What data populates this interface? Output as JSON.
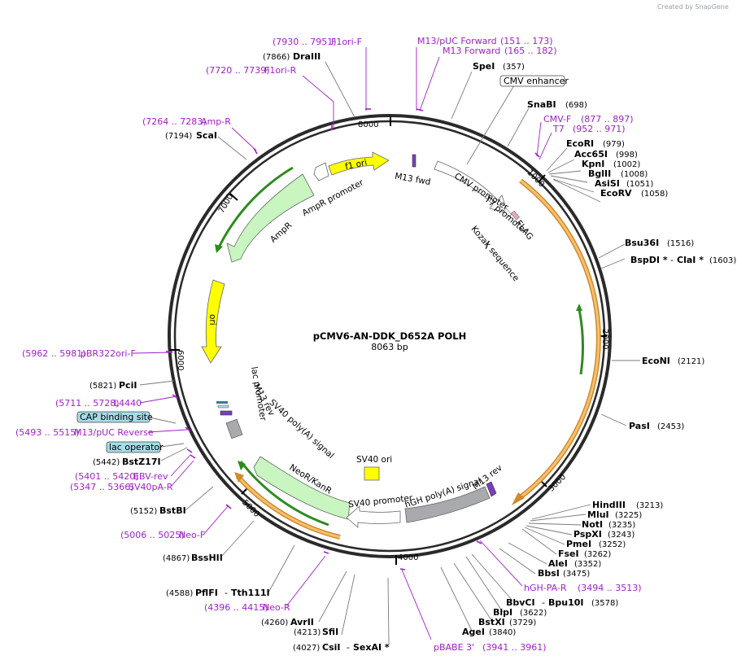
{
  "watermark": "Created by SnapGene",
  "plasmid": {
    "name": "pCMV6-AN-DDK_D652A POLH",
    "size": "8063 bp"
  },
  "ticks": [
    "1000",
    "2000",
    "3000",
    "4000",
    "5000",
    "6000",
    "7000",
    "8000"
  ],
  "enzymes": {
    "draIII": {
      "name": "DraIII",
      "pos": "(7866)"
    },
    "speI": {
      "name": "SpeI",
      "pos": "(357)"
    },
    "snaBI": {
      "name": "SnaBI",
      "pos": "(698)"
    },
    "ecoRI": {
      "name": "EcoRI",
      "pos": "(979)"
    },
    "acc65I": {
      "name": "Acc65I",
      "pos": "(998)"
    },
    "kpnI": {
      "name": "KpnI",
      "pos": "(1002)"
    },
    "bglII": {
      "name": "BglII",
      "pos": "(1008)"
    },
    "asiSI": {
      "name": "AsiSI",
      "pos": "(1051)"
    },
    "ecoRV": {
      "name": "EcoRV",
      "pos": "(1058)"
    },
    "bsu36I": {
      "name": "Bsu36I",
      "pos": "(1516)"
    },
    "bspDI": {
      "name": "BspDI *",
      "sep": "- ",
      "alt": "ClaI *",
      "pos": "(1603)"
    },
    "ecoNI": {
      "name": "EcoNI",
      "pos": "(2121)"
    },
    "pasI": {
      "name": "PasI",
      "pos": "(2453)"
    },
    "hindIII": {
      "name": "HindIII",
      "pos": "(3213)"
    },
    "mluI": {
      "name": "MluI",
      "pos": "(3225)"
    },
    "notI": {
      "name": "NotI",
      "pos": "(3235)"
    },
    "pspXI": {
      "name": "PspXI",
      "pos": "(3243)"
    },
    "pmeI": {
      "name": "PmeI",
      "pos": "(3252)"
    },
    "fseI": {
      "name": "FseI",
      "pos": "(3262)"
    },
    "aleI": {
      "name": "AleI",
      "pos": "(3352)"
    },
    "bbsI": {
      "name": "BbsI",
      "pos": "(3475)"
    },
    "bbvCI": {
      "name": "BbvCI",
      "sep": "- ",
      "alt": "Bpu10I",
      "pos": "(3578)"
    },
    "blpI": {
      "name": "BlpI",
      "pos": "(3622)"
    },
    "bstXI": {
      "name": "BstXI",
      "pos": "(3729)"
    },
    "ageI": {
      "name": "AgeI",
      "pos": "(3840)"
    },
    "csiI": {
      "name": "CsiI",
      "sep": "- ",
      "alt": "SexAI *",
      "pos": "(4027)"
    },
    "sfiI": {
      "name": "SfiI",
      "pos": "(4213)"
    },
    "avrII": {
      "name": "AvrII",
      "pos": "(4260)"
    },
    "pflFI": {
      "name": "PflFI",
      "sep": "- ",
      "alt": "Tth111I",
      "pos": "(4588)"
    },
    "bssHII": {
      "name": "BssHII",
      "pos": "(4867)"
    },
    "bstBI": {
      "name": "BstBI",
      "pos": "(5152)"
    },
    "bstZ17I": {
      "name": "BstZ17I",
      "pos": "(5442)"
    },
    "pciI": {
      "name": "PciI",
      "pos": "(5821)"
    },
    "scaI": {
      "name": "ScaI",
      "pos": "(7194)"
    }
  },
  "primers": {
    "f1oriF": {
      "name": "F1ori-F",
      "range": "(7930 .. 7951)"
    },
    "f1oriR": {
      "name": "F1ori-R",
      "range": "(7720 .. 7739)"
    },
    "m13pucF": {
      "name": "M13/pUC Forward",
      "range": "(151 .. 173)"
    },
    "m13F": {
      "name": "M13 Forward",
      "range": "(165 .. 182)"
    },
    "cmvF": {
      "name": "CMV-F",
      "range": "(877 .. 897)"
    },
    "t7": {
      "name": "T7",
      "range": "(952 .. 971)"
    },
    "ampR": {
      "name": "Amp-R",
      "range": "(7264 .. 7283)"
    },
    "pbr322": {
      "name": "pBR322ori-F",
      "range": "(5962 .. 5981)"
    },
    "l4440": {
      "name": "L4440",
      "range": "(5711 .. 5728)"
    },
    "m13pucR": {
      "name": "M13/pUC Reverse",
      "range": "(5493 .. 5515)"
    },
    "ebvRev": {
      "name": "EBV-rev",
      "range": "(5401 .. 5420)"
    },
    "sv40paR": {
      "name": "SV40pA-R",
      "range": "(5347 .. 5366)"
    },
    "neoF": {
      "name": "Neo-F",
      "range": "(5006 .. 5025)"
    },
    "neoR": {
      "name": "Neo-R",
      "range": "(4396 .. 4415)"
    },
    "pbabe": {
      "name": "pBABE 3'",
      "range": "(3941 .. 3961)"
    },
    "hghPaR": {
      "name": "hGH-PA-R",
      "range": "(3494 .. 3513)"
    }
  },
  "boxes": {
    "cmvEnhancer": "CMV enhancer",
    "capSite": "CAP binding site",
    "lacOperator": "lac operator"
  },
  "features": {
    "f1ori": "f1 ori",
    "m13fwd": "M13 fwd",
    "ampRpromoter": "AmpR promoter",
    "ampR": "AmpR",
    "cmvPromoter": "CMV promoter",
    "t7Promoter": "T7 promoter",
    "flag": "FLAG",
    "kozak": "Kozak sequence",
    "ori": "ori",
    "lacPromoter": "lac promoter",
    "m13rev1": "M13 rev",
    "sv40polyA": "SV40 poly(A) signal",
    "neoKanR": "NeoR/KanR",
    "sv40ori": "SV40 ori",
    "sv40promoter": "SV40 promoter",
    "hghPolyA": "hGH poly(A) signal",
    "m13rev2": "M13 rev"
  },
  "colors": {
    "backbone": "#2a2a2a",
    "primer": "#a020c8",
    "ampR": "#c8f5c0",
    "ori": "#ffff00",
    "orf": "#f0a830",
    "green": "#2e8b1e",
    "grey": "#a8aaad",
    "lacBlue": "#a9dbe8"
  }
}
